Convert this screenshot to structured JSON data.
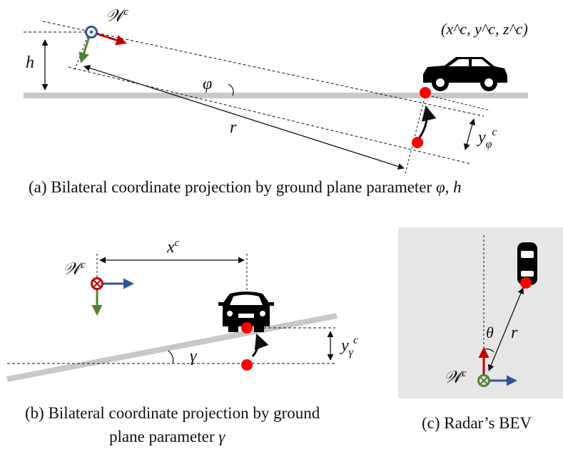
{
  "panel_a": {
    "frame_symbol": "𝒲",
    "frame_sup": "c",
    "coord_label": "(x^c, y^c, z^c)",
    "h_label": "h",
    "phi_label": "φ",
    "r_label": "r",
    "y_label": "y",
    "y_sub": "φ",
    "y_sup": "c",
    "caption_text": "(a) Bilateral coordinate projection by ground plane parameter ",
    "caption_sym": "φ, h"
  },
  "panel_b": {
    "frame_symbol": "𝒲",
    "frame_sup": "c",
    "x_label": "x",
    "x_sup": "c",
    "gamma_label": "γ",
    "y_label": "y",
    "y_sub": "γ",
    "y_sup": "c",
    "caption_line1": "(b) Bilateral coordinate projection by ground",
    "caption_line2_text": "plane parameter ",
    "caption_line2_sym": "γ"
  },
  "panel_c": {
    "frame_symbol": "𝒲",
    "frame_sup": "c",
    "theta_label": "θ",
    "r_label": "r",
    "caption": "(c) Radar’s BEV"
  },
  "colors": {
    "red_point": "#ff0000",
    "red_axis": "#c00000",
    "blue_axis": "#2f5597",
    "green_axis": "#548235",
    "ground": "#c8c8c8",
    "bev_background": "#e6e6e6"
  }
}
